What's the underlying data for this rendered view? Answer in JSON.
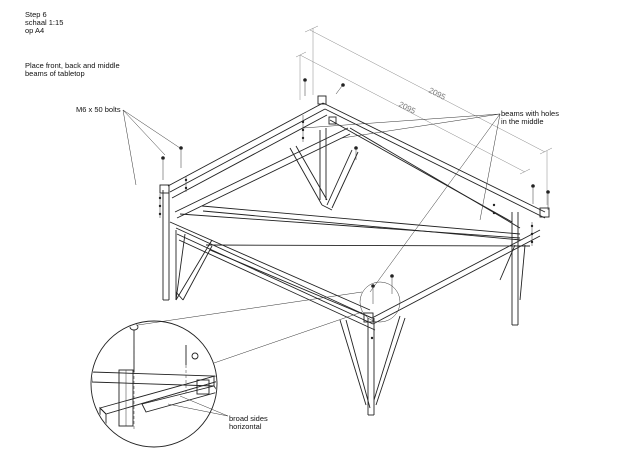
{
  "header": {
    "step": "Step 6",
    "scale": "schaal 1:15",
    "paper": "op A4",
    "instruction_line1": "Place front, back and middle",
    "instruction_line2": "beams of tabletop"
  },
  "callouts": {
    "bolts": "M6 x 50 bolts",
    "holes_line1": "beams with holes",
    "holes_line2": "in the middle",
    "broad_line1": "broad sides",
    "broad_line2": "horizontal"
  },
  "dimensions": {
    "outer": "2095",
    "inner": "2095"
  }
}
